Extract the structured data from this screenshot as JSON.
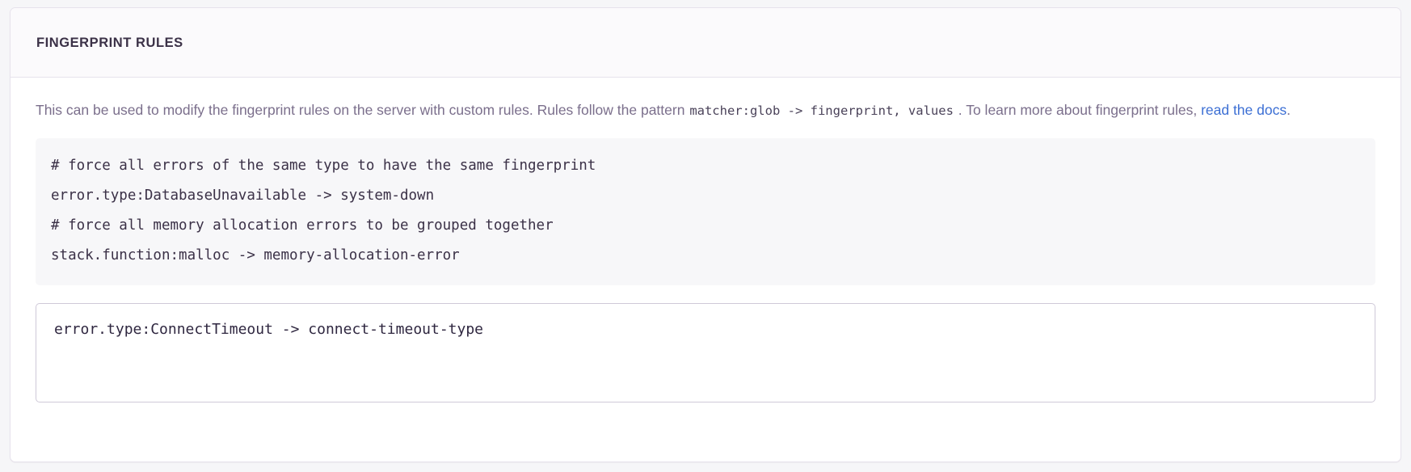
{
  "panel": {
    "title": "FINGERPRINT RULES",
    "description": {
      "part1": "This can be used to modify the fingerprint rules on the server with custom rules. Rules follow the pattern ",
      "code1": "matcher:glob -> fingerprint, values",
      "part2": " . To learn more about fingerprint rules, ",
      "link_label": "read the docs",
      "part3": "."
    },
    "example_code": {
      "lines": [
        "# force all errors of the same type to have the same fingerprint",
        "error.type:DatabaseUnavailable -> system-down",
        "# force all memory allocation errors to be grouped together",
        "stack.function:malloc -> memory-allocation-error"
      ]
    },
    "rules_input": {
      "value": "error.type:ConnectTimeout -> connect-timeout-type",
      "placeholder": "error.type:ConnectTimeout -> connect-timeout-type"
    }
  },
  "colors": {
    "page_background": "#f6f6f8",
    "panel_background": "#ffffff",
    "panel_header_background": "#fbfafc",
    "border": "#e6e2ec",
    "title_text": "#3b3147",
    "body_text": "#7b6f8c",
    "code_text": "#3b3147",
    "code_background": "#f7f7f9",
    "link": "#3c6fd4",
    "input_border": "#cfc9d8"
  }
}
